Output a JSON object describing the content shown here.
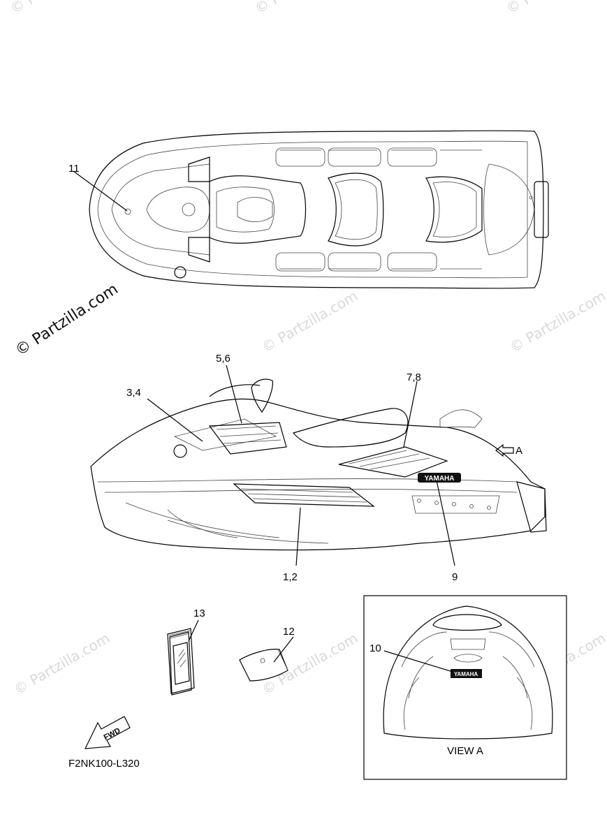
{
  "watermarks": {
    "main": "© Partzilla.com",
    "faint": "© Partzilla.com"
  },
  "callouts": {
    "c11": "11",
    "c56": "5,6",
    "c34": "3,4",
    "c78": "7,8",
    "c12b": "1,2",
    "c9": "9",
    "c13": "13",
    "c12": "12",
    "c10": "10",
    "arrowA": "A"
  },
  "labels": {
    "view_a": "VIEW A",
    "part_code": "F2NK100-L320",
    "fwd": "FWD",
    "brand": "YAMAHA"
  }
}
